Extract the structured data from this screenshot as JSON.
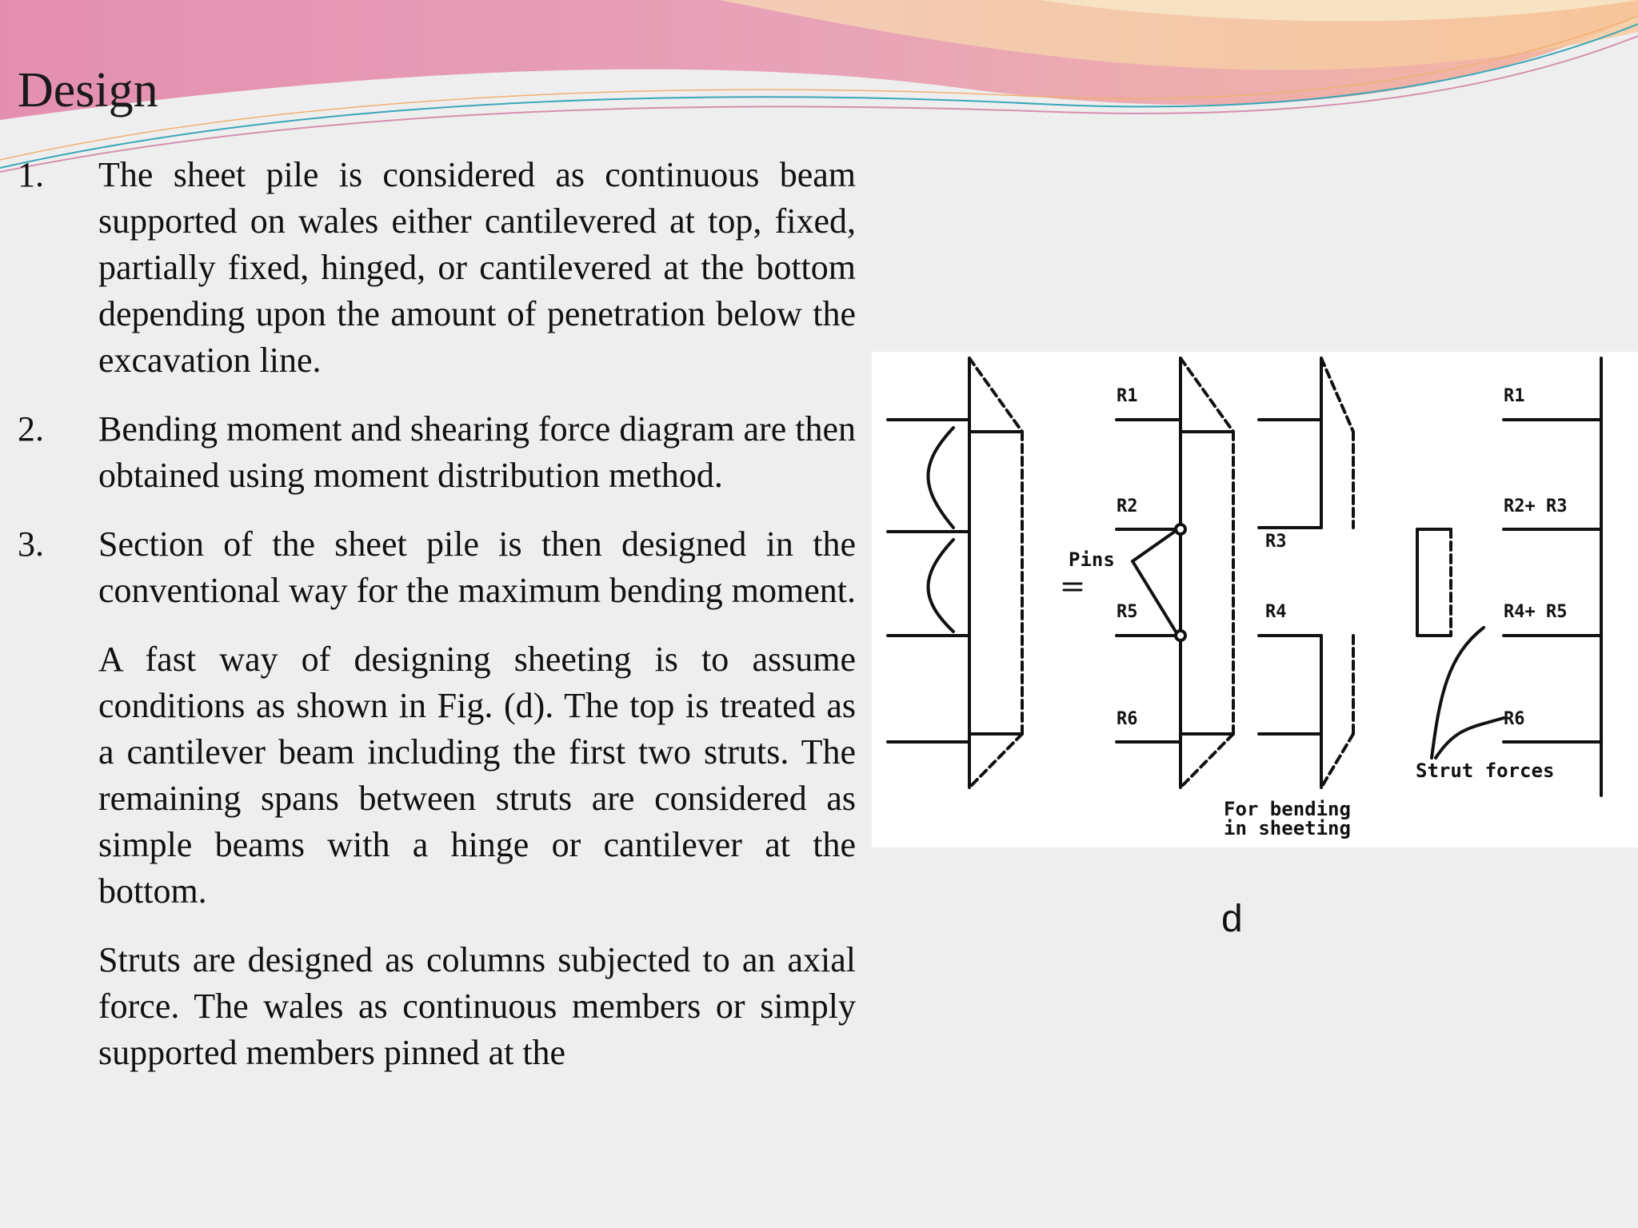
{
  "title": "Design",
  "items": [
    {
      "num": "1.",
      "text": "The sheet pile is considered as continuous beam supported on wales either cantilevered at top, fixed, partially fixed, hinged, or cantilevered at the bottom depending upon the amount of penetration below the excavation line."
    },
    {
      "num": "2.",
      "text": "Bending moment and shearing force diagram are then obtained using moment distribution method."
    },
    {
      "num": "3.",
      "text": "Section of the sheet pile is then designed in the conventional way for the maximum bending moment."
    }
  ],
  "paragraphs": [
    "A fast way of designing sheeting is to assume conditions as shown in Fig. (d). The top is treated as a cantilever beam including the first two struts. The remaining spans between struts are considered as simple beams with a hinge or cantilever at the bottom.",
    "Struts are designed as columns subjected to an axial force. The wales as continuous members or simply supported members pinned at the"
  ],
  "figure": {
    "caption": "d",
    "labels": {
      "r1": "R1",
      "r2": "R2",
      "r3": "R3",
      "r4": "R4",
      "r5": "R5",
      "r6": "R6",
      "pins": "Pins",
      "r1_right": "R1",
      "r2r3": "R2+ R3",
      "r4r5": "R4+ R5",
      "r6_right": "R6",
      "strut_forces": "Strut forces",
      "for_bending_1": "For bending",
      "for_bending_2": "in sheeting"
    }
  },
  "colors": {
    "background": "#eeeeee",
    "swoosh_pink": "#e08aa8",
    "swoosh_peach": "#f2c9a0",
    "swoosh_teal": "#3aa6b8"
  }
}
